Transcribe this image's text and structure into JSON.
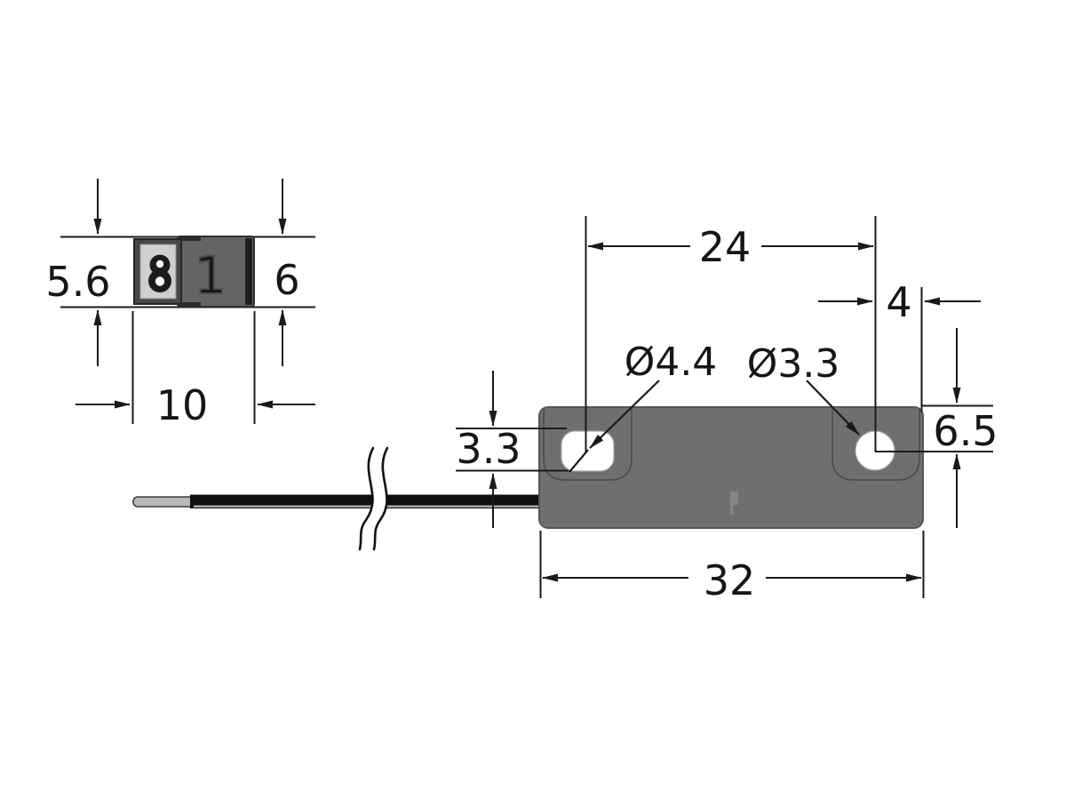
{
  "end_view": {
    "height_left": "5.6",
    "height_right": "6",
    "width": "10",
    "marking": "1"
  },
  "side_view": {
    "hole_spacing": "24",
    "right_hole_edge_offset": "4",
    "left_hole_dia": "Ø4.4",
    "right_hole_dia": "Ø3.3",
    "slot_height": "3.3",
    "top_to_hole_center": "6.5",
    "body_length": "32"
  },
  "colors": {
    "body_gray": "#6f6f6f",
    "block_gray": "#646464",
    "frame_gray": "#474747",
    "face_gray": "#cfcfcf",
    "cable_black": "#0f0f0f",
    "line_black": "#1a1a1a",
    "hole_white": "#ffffff"
  }
}
